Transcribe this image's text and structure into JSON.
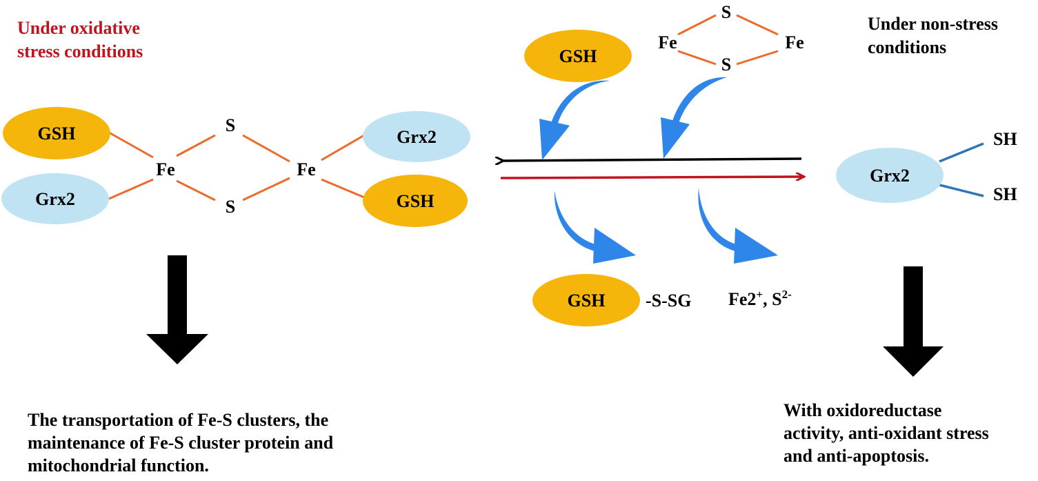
{
  "headings": {
    "oxidative": "Under oxidative stress conditions",
    "oxidative_line1": "Under oxidative",
    "oxidative_line2": "stress conditions",
    "nonstress_line1": "Under non-stress",
    "nonstress_line2": "conditions"
  },
  "labels": {
    "gsh": "GSH",
    "grx2": "Grx2",
    "fe": "Fe",
    "s": "S",
    "sh": "SH",
    "ssg": "-S-SG",
    "fe2_base": "Fe2",
    "fe2_sup": "+",
    "s2_base": ", S",
    "s2_sup": "2-"
  },
  "outcomes": {
    "left_line1": "The transportation of Fe-S clusters, the",
    "left_line2": "maintenance of Fe-S cluster protein and",
    "left_line3": "mitochondrial function.",
    "right_line1": "With oxidoreductase",
    "right_line2": "activity, anti-oxidant stress",
    "right_line3": "and anti-apoptosis."
  },
  "colors": {
    "gsh_fill": "#f5b50a",
    "grx2_fill": "#bfe3f3",
    "bond": "#ec6a2a",
    "blue_bond": "#2e75b6",
    "curved_arrow": "#2e86e8",
    "heading_red": "#c0141e",
    "reverse_arrow": "#000000",
    "forward_arrow": "#c0141e"
  }
}
